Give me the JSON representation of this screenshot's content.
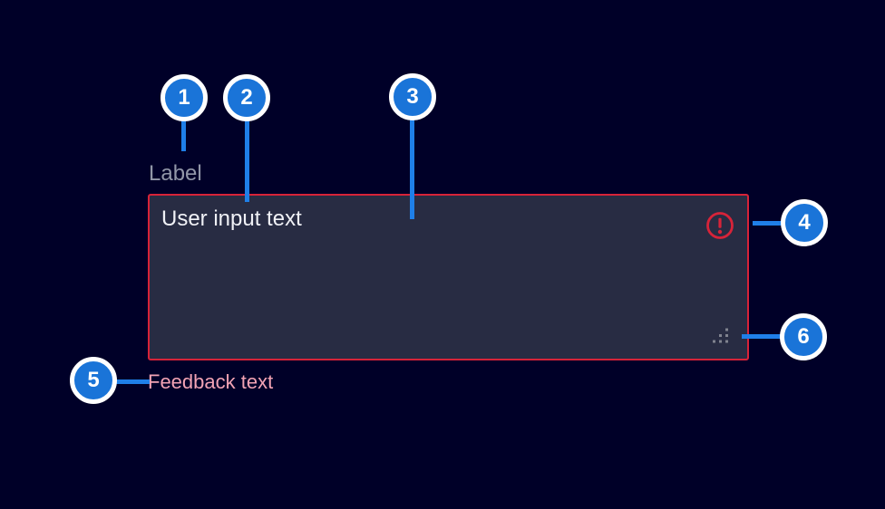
{
  "colors": {
    "page_background": "#000028",
    "annotation_circle_fill": "#1A74D8",
    "annotation_line": "#1F7FE8",
    "alarm_red": "#D72339",
    "textarea_background": "#282C43",
    "label_text": "#9297A8",
    "input_text": "#F0F1F6",
    "feedback_text": "#F2A3B4"
  },
  "textarea_component": {
    "label": "Label",
    "value": "User input text",
    "feedback_text": "Feedback text",
    "state": "invalid",
    "error_icon": "alert-circle-icon",
    "resize_handle": "resize-grip-icon"
  },
  "annotations": [
    {
      "number": "1",
      "points_to": "label"
    },
    {
      "number": "2",
      "points_to": "textarea-field"
    },
    {
      "number": "3",
      "points_to": "user-input-text"
    },
    {
      "number": "4",
      "points_to": "error-icon"
    },
    {
      "number": "5",
      "points_to": "feedback-text"
    },
    {
      "number": "6",
      "points_to": "resize-handle"
    }
  ]
}
